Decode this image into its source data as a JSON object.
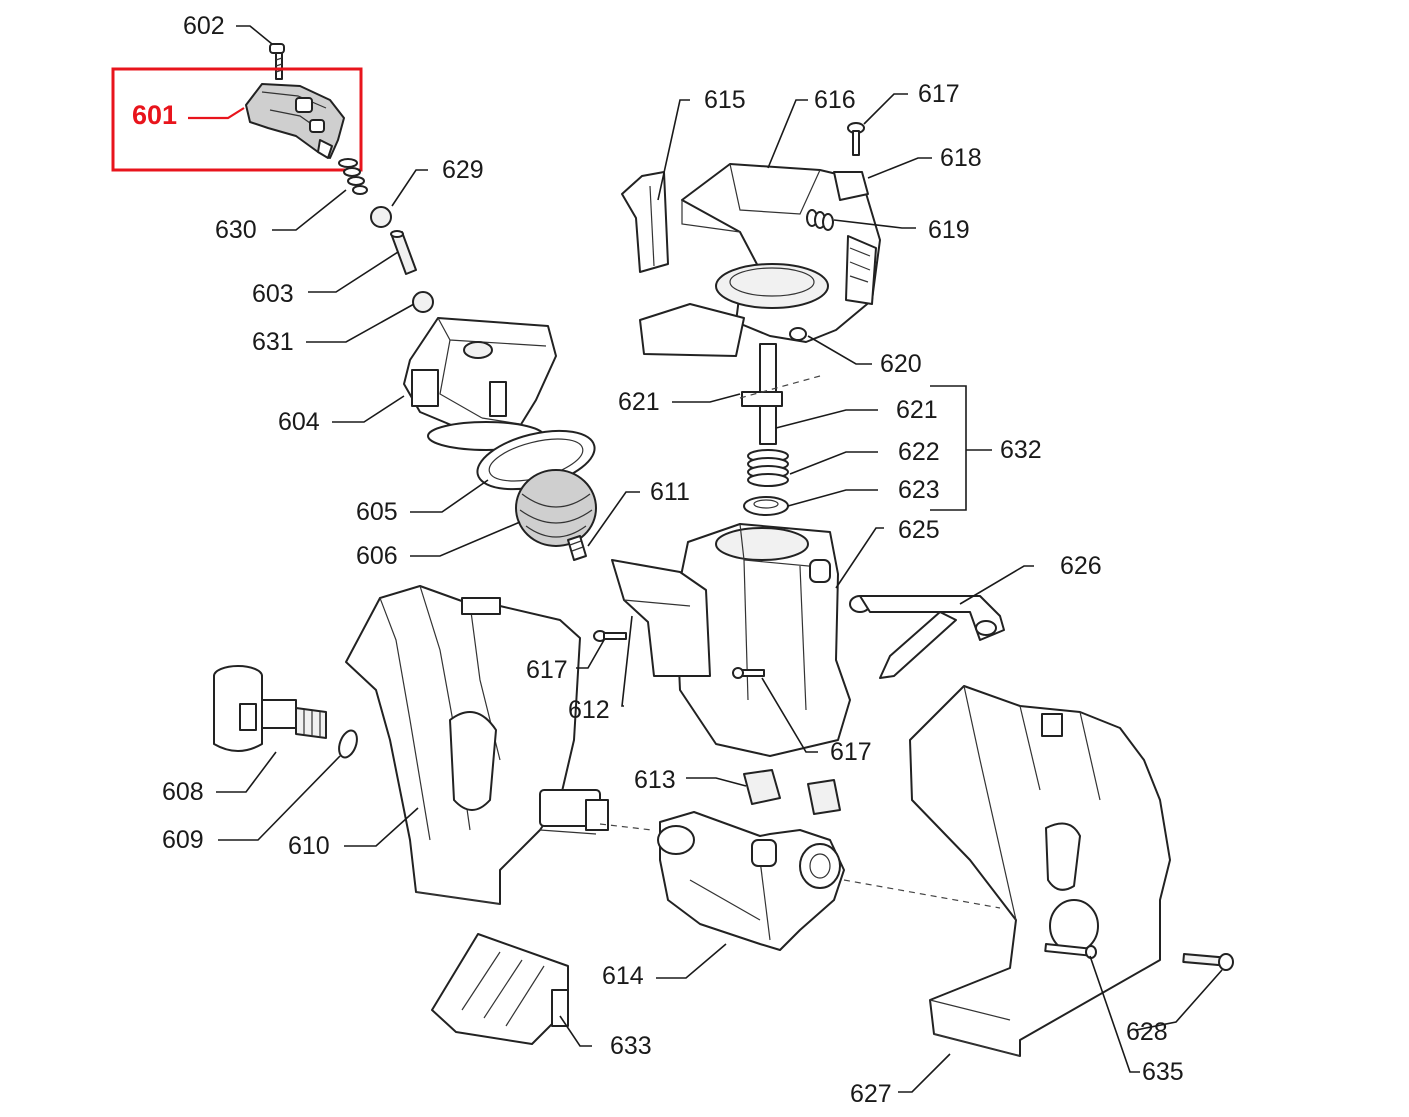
{
  "highlight": {
    "label": "601",
    "color": "#e8141c"
  },
  "labels": {
    "l602": "602",
    "l629": "629",
    "l630": "630",
    "l603": "603",
    "l631": "631",
    "l604": "604",
    "l605": "605",
    "l606": "606",
    "l608": "608",
    "l609": "609",
    "l610": "610",
    "l611": "611",
    "l612": "612",
    "l613": "613",
    "l614": "614",
    "l615": "615",
    "l616": "616",
    "l617a": "617",
    "l617b": "617",
    "l617c": "617",
    "l618": "618",
    "l619": "619",
    "l620": "620",
    "l621a": "621",
    "l621b": "621",
    "l622": "622",
    "l623": "623",
    "l625": "625",
    "l626": "626",
    "l627": "627",
    "l628": "628",
    "l632": "632",
    "l633": "633",
    "l635": "635"
  },
  "colors": {
    "line": "#1a1a1a",
    "background": "#ffffff"
  }
}
